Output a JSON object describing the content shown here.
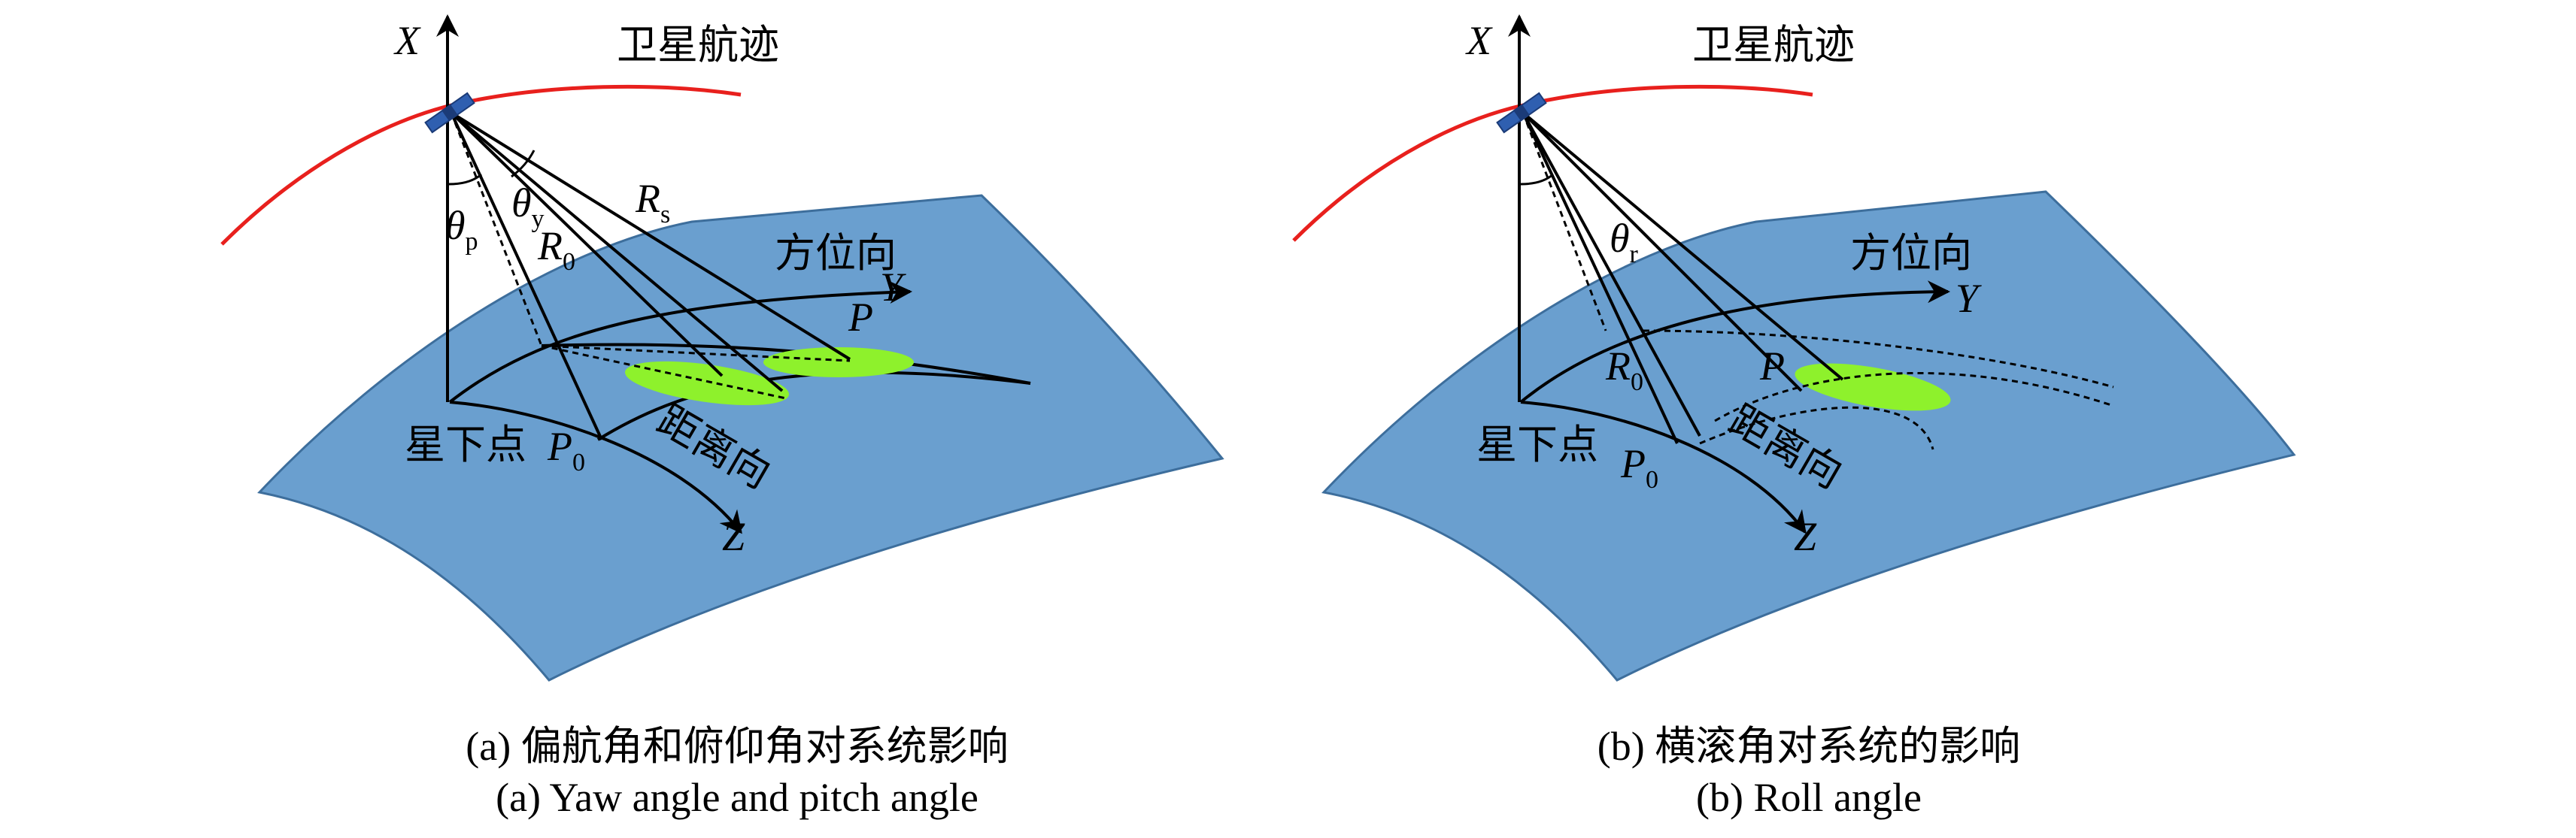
{
  "colors": {
    "earth": "#6a9fcf",
    "orbit": "#e8201d",
    "footprint": "#8ef12c",
    "satellite": "#2f5fb0",
    "line": "#000000"
  },
  "panel_a": {
    "orbit_label": "卫星航迹",
    "azimuth_label": "方位向",
    "range_label": "距离向",
    "nadir_label": "星下点",
    "axis_x": "X",
    "axis_y": "Y",
    "axis_z": "Z",
    "p0_main": "P",
    "p0_sub": "0",
    "r0_main": "R",
    "r0_sub": "0",
    "rs_main": "R",
    "rs_sub": "s",
    "theta_p_main": "θ",
    "theta_p_sub": "p",
    "theta_y_main": "θ",
    "theta_y_sub": "y",
    "point_p": "P",
    "caption_cn": "(a) 偏航角和俯仰角对系统影响",
    "caption_en": "(a) Yaw angle and pitch angle"
  },
  "panel_b": {
    "orbit_label": "卫星航迹",
    "azimuth_label": "方位向",
    "range_label": "距离向",
    "nadir_label": "星下点",
    "axis_x": "X",
    "axis_y": "Y",
    "axis_z": "Z",
    "p0_main": "P",
    "p0_sub": "0",
    "r0_main": "R",
    "r0_sub": "0",
    "theta_r_main": "θ",
    "theta_r_sub": "r",
    "point_p": "P",
    "caption_cn": "(b) 横滚角对系统的影响",
    "caption_en": "(b) Roll angle"
  }
}
